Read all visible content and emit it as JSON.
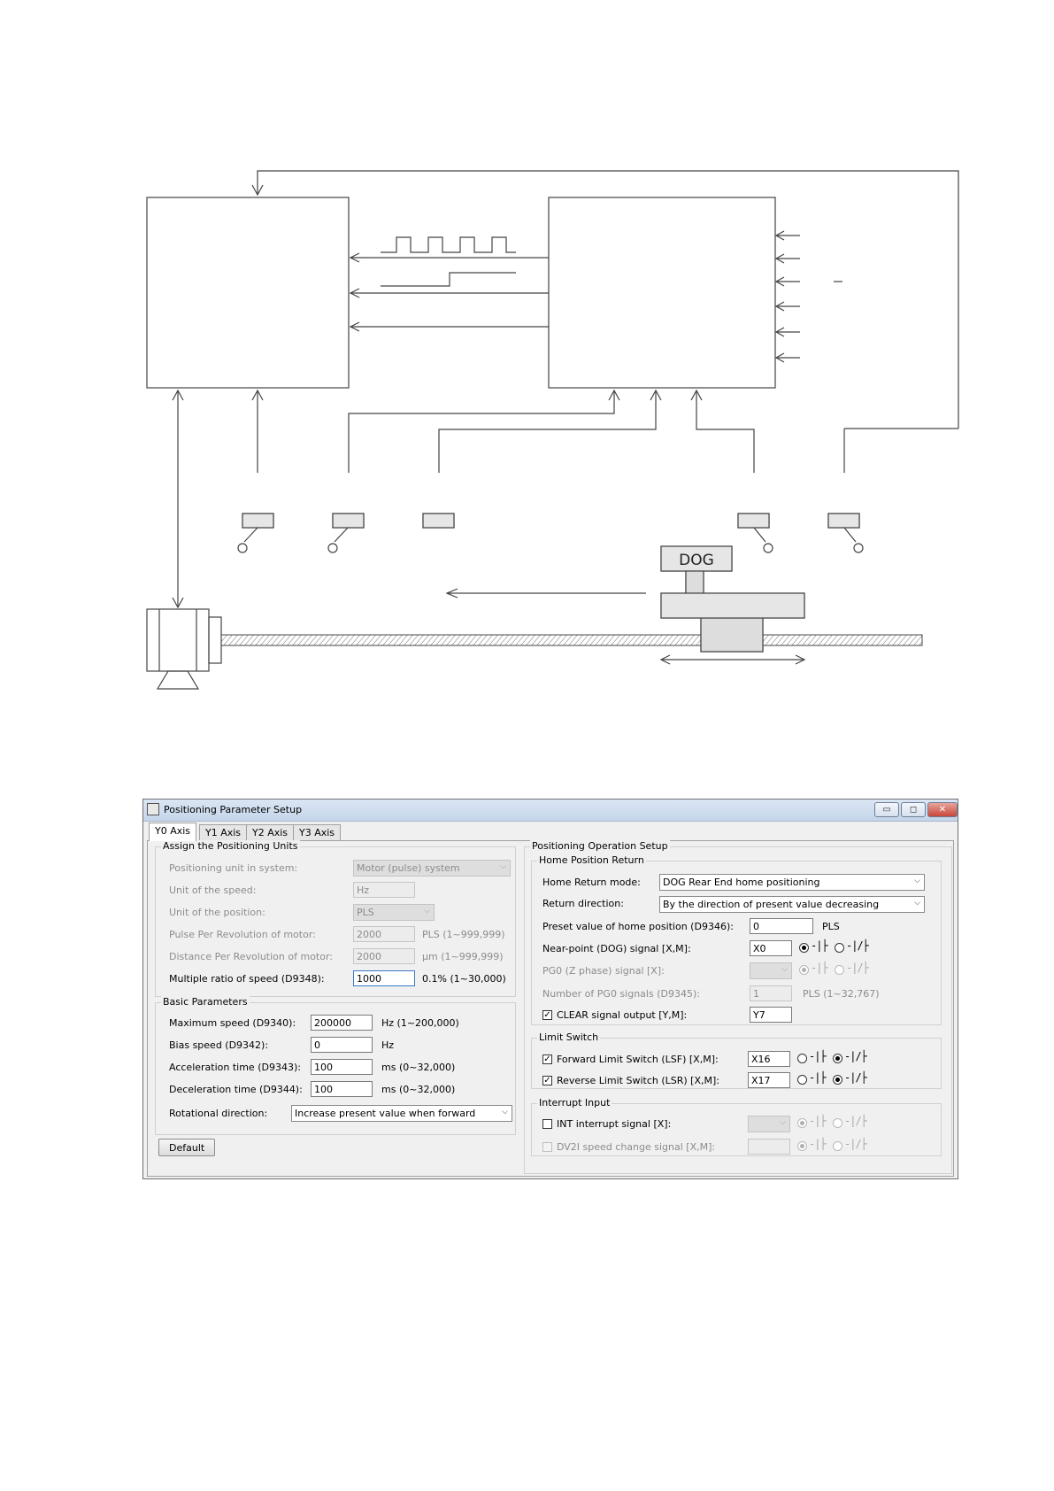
{
  "diagram": {
    "dog_label": "DOG"
  },
  "window": {
    "title": "Positioning Parameter Setup",
    "controls": {
      "minimize": "▭",
      "maximize": "◻",
      "close": "✕"
    },
    "tabs": [
      "Y0 Axis",
      "Y1 Axis",
      "Y2 Axis",
      "Y3 Axis"
    ],
    "active_tab": "Y0 Axis"
  },
  "units": {
    "title": "Assign the Positioning Units",
    "positioning_unit_label": "Positioning unit in system:",
    "positioning_unit_value": "Motor (pulse) system",
    "speed_unit_label": "Unit of the speed:",
    "speed_unit_value": "Hz",
    "position_unit_label": "Unit of the position:",
    "position_unit_value": "PLS",
    "ppr_label": "Pulse Per Revolution of motor:",
    "ppr_value": "2000",
    "ppr_range": "PLS (1~999,999)",
    "dpr_label": "Distance Per Revolution of motor:",
    "dpr_value": "2000",
    "dpr_range": "μm (1~999,999)",
    "ratio_label": "Multiple ratio of speed (D9348):",
    "ratio_value": "1000",
    "ratio_range": "0.1% (1~30,000)"
  },
  "basic": {
    "title": "Basic Parameters",
    "max_speed_label": "Maximum speed (D9340):",
    "max_speed_value": "200000",
    "max_speed_range": "Hz (1~200,000)",
    "bias_label": "Bias speed (D9342):",
    "bias_value": "0",
    "bias_unit": "Hz",
    "accel_label": "Acceleration time (D9343):",
    "accel_value": "100",
    "accel_range": "ms (0~32,000)",
    "decel_label": "Deceleration time (D9344):",
    "decel_value": "100",
    "decel_range": "ms (0~32,000)",
    "rot_label": "Rotational direction:",
    "rot_value": "Increase present value when forward",
    "default_button": "Default"
  },
  "op": {
    "title": "Positioning Operation Setup"
  },
  "home": {
    "title": "Home Position Return",
    "mode_label": "Home Return mode:",
    "mode_value": "DOG Rear End home positioning",
    "dir_label": "Return direction:",
    "dir_value": "By the direction of present value decreasing",
    "preset_label": "Preset value of home position (D9346):",
    "preset_value": "0",
    "preset_unit": "PLS",
    "dog_label": "Near-point (DOG) signal [X,M]:",
    "dog_value": "X0",
    "pg0_label": "PG0 (Z phase) signal [X]:",
    "pg0_count_label": "Number of PG0 signals (D9345):",
    "pg0_count_value": "1",
    "pg0_count_range": "PLS (1~32,767)",
    "clear_label": "CLEAR signal output [Y,M]:",
    "clear_value": "Y7",
    "clear_checked": true
  },
  "limit": {
    "title": "Limit Switch",
    "lsf_label": "Forward Limit Switch (LSF) [X,M]:",
    "lsf_value": "X16",
    "lsr_label": "Reverse Limit Switch (LSR) [X,M]:",
    "lsr_value": "X17"
  },
  "interrupt": {
    "title": "Interrupt Input",
    "int_label": "INT interrupt signal [X]:",
    "dv2i_label": "DV2I speed change signal [X,M]:"
  },
  "contacts": {
    "no_symbol": "-|├",
    "nc_symbol": "-|/├",
    "check_mark": "✓",
    "dropdown_arrow": "⌵"
  }
}
